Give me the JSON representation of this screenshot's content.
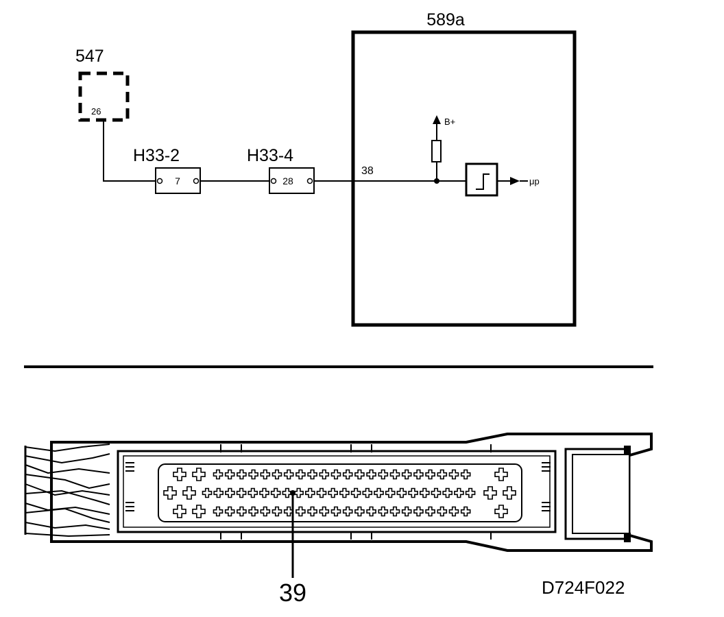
{
  "diagram": {
    "ecu": {
      "label": "589a",
      "pin": "38"
    },
    "sensor": {
      "label": "547",
      "pin": "26"
    },
    "connectors": [
      {
        "label": "H33-2",
        "pin": "7"
      },
      {
        "label": "H33-4",
        "pin": "28"
      }
    ],
    "supply_label": "B+",
    "output_label": "μp",
    "callout": "39",
    "figure_code": "D724F022"
  },
  "colors": {
    "ink": "#000000",
    "paper": "#ffffff"
  }
}
